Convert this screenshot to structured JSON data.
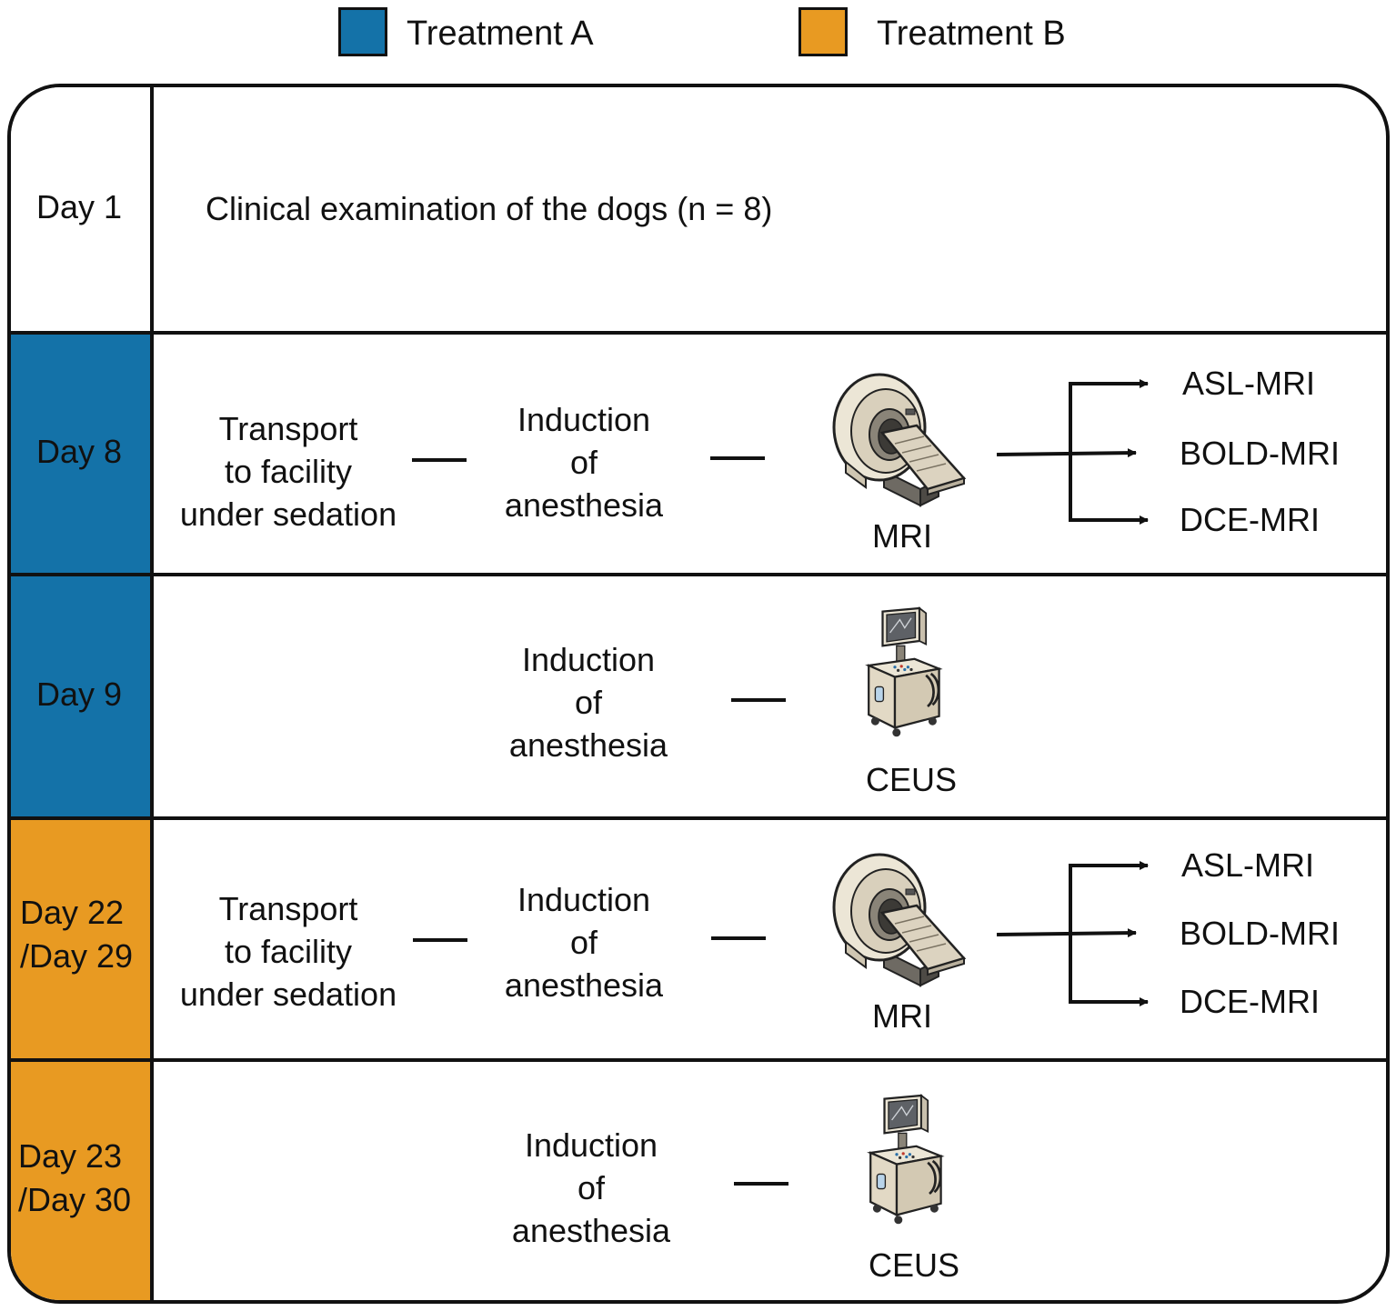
{
  "legend": {
    "items": [
      {
        "label": "Treatment A",
        "color": "#1472a8"
      },
      {
        "label": "Treatment B",
        "color": "#e89a22"
      }
    ]
  },
  "rows": [
    {
      "day": "Day 1",
      "color": "#ffffff",
      "description": "Clinical examination of the dogs (n = 8)"
    },
    {
      "day": "Day 8",
      "color": "#1472a8",
      "transport": "Transport\nto facility\nunder sedation",
      "induction": "Induction\nof\nanesthesia",
      "device": {
        "icon": "mri-scanner-icon",
        "label": "MRI"
      },
      "outputs": [
        "ASL-MRI",
        "BOLD-MRI",
        "DCE-MRI"
      ]
    },
    {
      "day": "Day 9",
      "color": "#1472a8",
      "induction": "Induction\nof\nanesthesia",
      "device": {
        "icon": "ultrasound-machine-icon",
        "label": "CEUS"
      }
    },
    {
      "day": "Day 22\n/Day 29",
      "color": "#e89a22",
      "transport": "Transport\nto facility\nunder sedation",
      "induction": "Induction\nof\nanesthesia",
      "device": {
        "icon": "mri-scanner-icon",
        "label": "MRI"
      },
      "outputs": [
        "ASL-MRI",
        "BOLD-MRI",
        "DCE-MRI"
      ]
    },
    {
      "day": "Day 23\n/Day 30",
      "color": "#e89a22",
      "induction": "Induction\nof\nanesthesia",
      "device": {
        "icon": "ultrasound-machine-icon",
        "label": "CEUS"
      }
    }
  ]
}
